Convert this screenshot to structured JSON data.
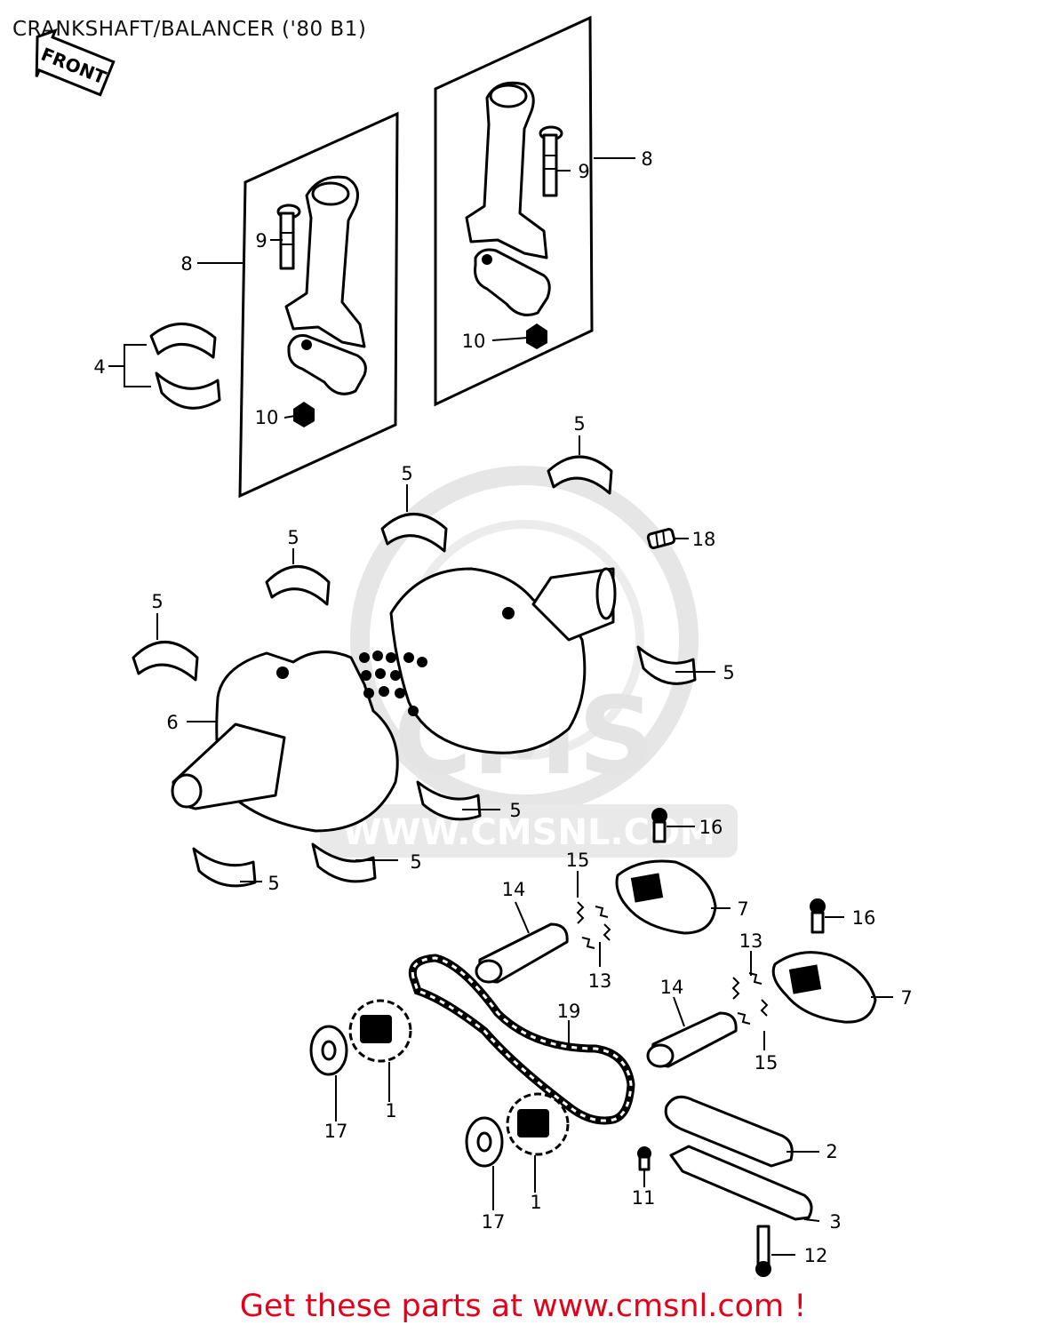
{
  "title": "CRANKSHAFT/BALANCER ('80 B1)",
  "front_label": "FRONT",
  "watermark": {
    "brand": "CMS",
    "url": "WWW.CMSNL.COM"
  },
  "callouts": [
    {
      "id": "c8-left",
      "text": "8"
    },
    {
      "id": "c8-right",
      "text": "8"
    },
    {
      "id": "c9-left",
      "text": "9"
    },
    {
      "id": "c9-right",
      "text": "9"
    },
    {
      "id": "c4",
      "text": "4"
    },
    {
      "id": "c10-left",
      "text": "10"
    },
    {
      "id": "c10-right",
      "text": "10"
    },
    {
      "id": "c5-a",
      "text": "5"
    },
    {
      "id": "c5-b",
      "text": "5"
    },
    {
      "id": "c5-c",
      "text": "5"
    },
    {
      "id": "c5-d",
      "text": "5"
    },
    {
      "id": "c5-e",
      "text": "5"
    },
    {
      "id": "c5-f",
      "text": "5"
    },
    {
      "id": "c5-g",
      "text": "5"
    },
    {
      "id": "c5-h",
      "text": "5"
    },
    {
      "id": "c18",
      "text": "18"
    },
    {
      "id": "c6",
      "text": "6"
    },
    {
      "id": "c16-a",
      "text": "16"
    },
    {
      "id": "c16-b",
      "text": "16"
    },
    {
      "id": "c15-a",
      "text": "15"
    },
    {
      "id": "c15-b",
      "text": "15"
    },
    {
      "id": "c14-a",
      "text": "14"
    },
    {
      "id": "c14-b",
      "text": "14"
    },
    {
      "id": "c7-a",
      "text": "7"
    },
    {
      "id": "c7-b",
      "text": "7"
    },
    {
      "id": "c13-a",
      "text": "13"
    },
    {
      "id": "c13-b",
      "text": "13"
    },
    {
      "id": "c19",
      "text": "19"
    },
    {
      "id": "c17-a",
      "text": "17"
    },
    {
      "id": "c17-b",
      "text": "17"
    },
    {
      "id": "c1-a",
      "text": "1"
    },
    {
      "id": "c1-b",
      "text": "1"
    },
    {
      "id": "c2",
      "text": "2"
    },
    {
      "id": "c3",
      "text": "3"
    },
    {
      "id": "c11",
      "text": "11"
    },
    {
      "id": "c12",
      "text": "12"
    }
  ],
  "footer": "Get these parts at www.cmsnl.com !"
}
